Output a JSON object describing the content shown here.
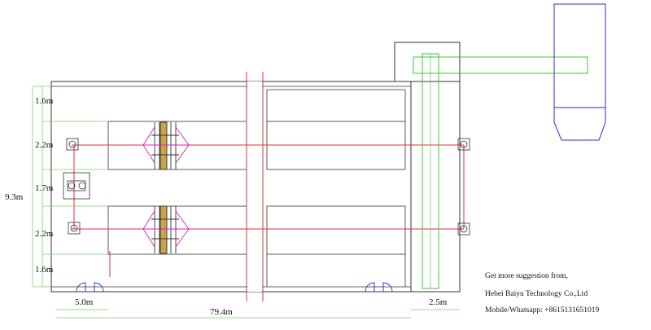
{
  "dimensions": {
    "h_1_6_top": "1.6m",
    "h_2_2_top": "2.2m",
    "h_1_7": "1.7m",
    "h_2_2_bottom": "2.2m",
    "h_1_6_bottom": "1.6m",
    "total_width": "9.3m",
    "entry_length": "5.0m",
    "total_length": "79.4m",
    "end_gap": "2.5m"
  },
  "contact": {
    "line1": "Get more suggestion from,",
    "line2": "Hebei Baiyu Technology Co.,Ltd",
    "line3": "Mobile/Whatsapp: +8615131651019"
  },
  "colors": {
    "outline": "#333333",
    "rail": "#e0303a",
    "guide": "#37c837",
    "crane_frame": "#2b2bd6",
    "magenta": "#d020c0",
    "dimension": "#7ccf6a"
  }
}
